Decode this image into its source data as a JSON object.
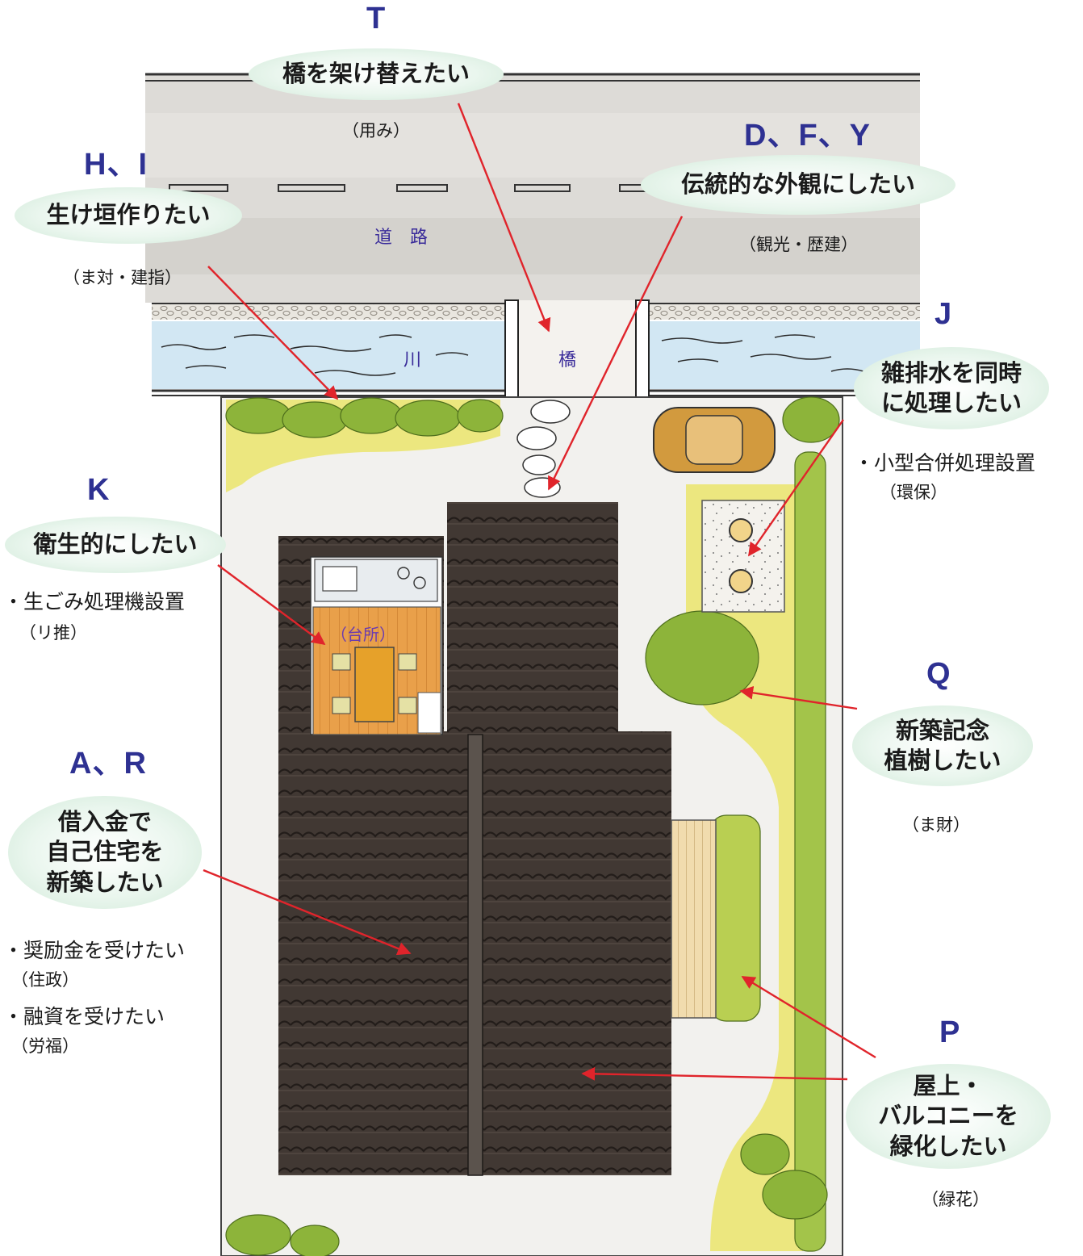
{
  "map_labels": {
    "road": "道　路",
    "river": "川",
    "bridge": "橋",
    "kitchen": "（台所）"
  },
  "callouts": [
    {
      "id": "T",
      "code": "T",
      "bubble": "橋を架け替えたい",
      "notes": [],
      "agency": "（用み）"
    },
    {
      "id": "DFY",
      "code": "D、F、Y",
      "bubble": "伝統的な外観にしたい",
      "notes": [],
      "agency": "（観光・歴建）"
    },
    {
      "id": "HI",
      "code": "H、I",
      "bubble": "生け垣作りたい",
      "notes": [],
      "agency": "（ま対・建指）"
    },
    {
      "id": "J",
      "code": "J",
      "bubble": "雑排水を同時\nに処理したい",
      "notes": [
        "・小型合併処理設置"
      ],
      "agency": "（環保）"
    },
    {
      "id": "K",
      "code": "K",
      "bubble": "衛生的にしたい",
      "notes": [
        "・生ごみ処理機設置"
      ],
      "agency": "（リ推）"
    },
    {
      "id": "Q",
      "code": "Q",
      "bubble": "新築記念\n植樹したい",
      "notes": [],
      "agency": "（ま財）"
    },
    {
      "id": "AR",
      "code": "A、R",
      "bubble": "借入金で\n自己住宅を\n新築したい",
      "notes": [
        "・奨励金を受けたい",
        "・融資を受けたい"
      ],
      "agencies": [
        "（住政）",
        "（労福）"
      ]
    },
    {
      "id": "P",
      "code": "P",
      "bubble": "屋上・\nバルコニーを\n緑化したい",
      "notes": [],
      "agency": "（緑花）"
    }
  ],
  "colors": {
    "code_blue": "#2e3192",
    "arrow_red": "#e0242b",
    "roof_dark": "#3d3530",
    "lawn_yellow": "#e9e57a",
    "hedge_green": "#8fb43a",
    "water_blue": "#cfe6f2",
    "road_gray": "#dcdad6",
    "kitchen_floor": "#e8a24a"
  }
}
